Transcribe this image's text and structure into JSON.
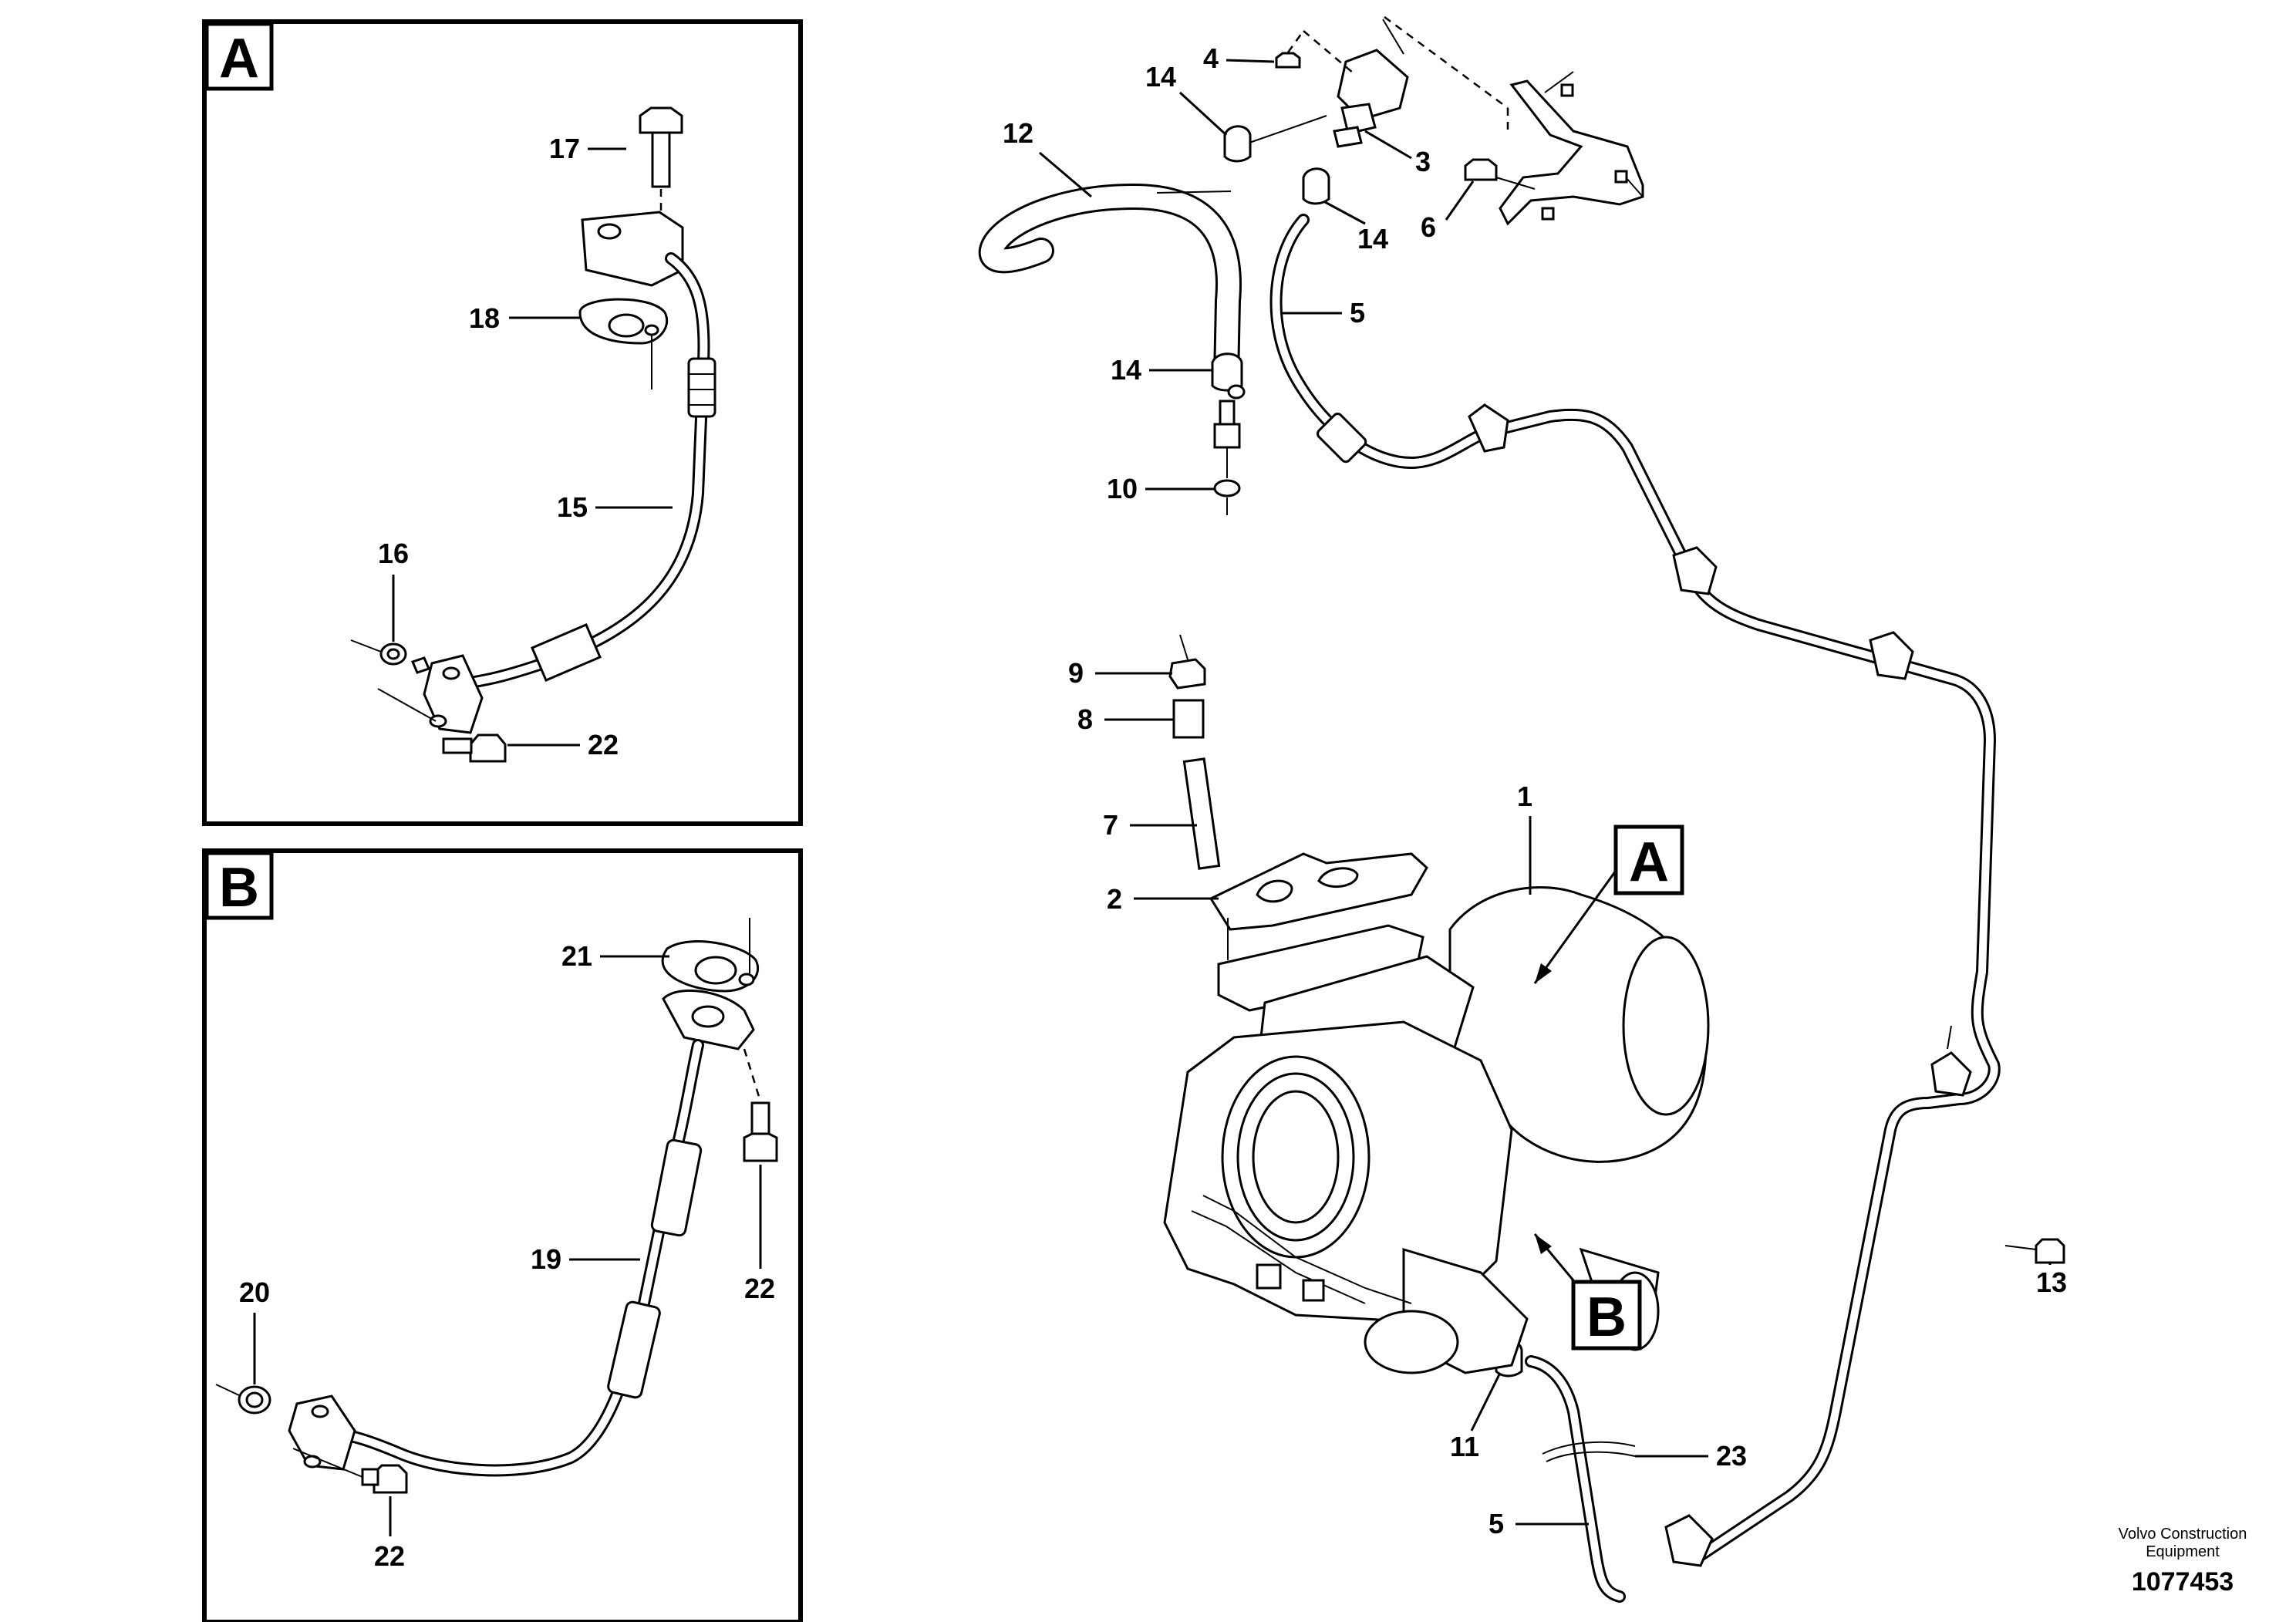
{
  "panels": [
    {
      "letter": "A"
    },
    {
      "letter": "B"
    }
  ],
  "callouts": {
    "c1": "1",
    "c2": "2",
    "c3": "3",
    "c4": "4",
    "c5a": "5",
    "c5b": "5",
    "c6": "6",
    "c7": "7",
    "c8": "8",
    "c9": "9",
    "c10": "10",
    "c11": "11",
    "c12": "12",
    "c13": "13",
    "c14a": "14",
    "c14b": "14",
    "c14c": "14",
    "c15": "15",
    "c16": "16",
    "c17": "17",
    "c18": "18",
    "c19": "19",
    "c20": "20",
    "c21": "21",
    "c22a": "22",
    "c22b": "22",
    "c22c": "22",
    "c23": "23"
  },
  "detail_refs": {
    "a": "A",
    "b": "B"
  },
  "footer": {
    "brand_line1": "Volvo Construction",
    "brand_line2": "Equipment",
    "doc_number": "1077453"
  }
}
